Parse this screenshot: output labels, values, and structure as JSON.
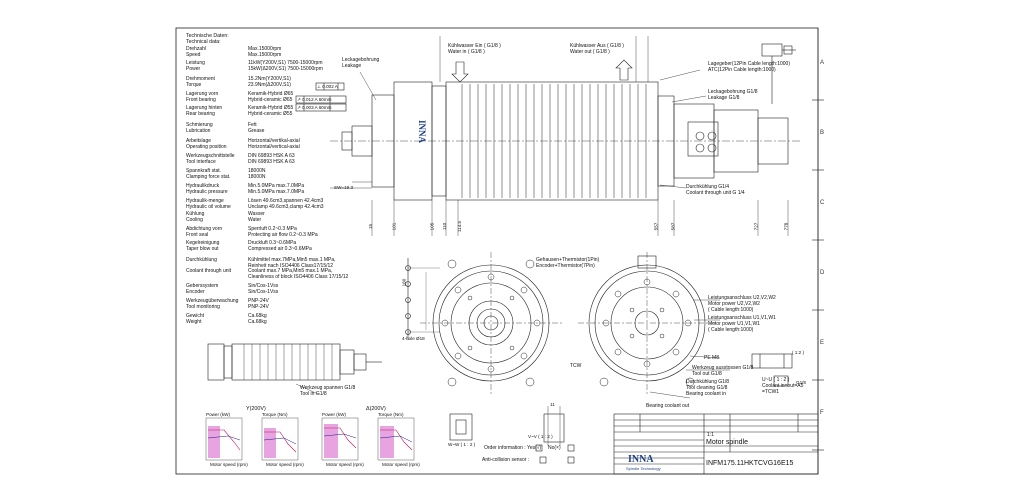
{
  "specs": {
    "header_de": "Technische Daten:",
    "header_en": "Technical data:",
    "rows": [
      {
        "k": "Drehzahl",
        "k2": "Speed",
        "v": "Max.15000rpm",
        "v2": "Max.15000rpm"
      },
      {
        "k": "Leistung",
        "k2": "Power",
        "v": "11kW(Y200V,S1) 7500-15000rpm",
        "v2": "15kW(Δ200V,S1) 7500-15000rpm"
      },
      {
        "k": "Drehmoment",
        "k2": "Torque",
        "v": "15.2Nm(Y200V,S1)",
        "v2": "23.9Nm(Δ200V,S1)"
      },
      {
        "k": "Lagerung vorn",
        "k2": "Front bearing",
        "v": "Keramik-Hybrid Ø65",
        "v2": "Hybrid-ceramic Ø65"
      },
      {
        "k": "Lagerung hinten",
        "k2": "Rear bearing",
        "v": "Keramik-Hybrid Ø55",
        "v2": "Hybrid-ceramic Ø55"
      },
      {
        "k": "Schmierung",
        "k2": "Lubrication",
        "v": "Fett",
        "v2": "Grease"
      },
      {
        "k": "Arbeitslage",
        "k2": "Operating position",
        "v": "Horizontal/vertikal-axial",
        "v2": "Horizontal/vertical-axial"
      },
      {
        "k": "Werkzeugschnittstelle",
        "k2": "Tool interface",
        "v": "DIN 69893 HSK A 63",
        "v2": "DIN 69893 HSK A 63"
      },
      {
        "k": "Spannkraft stat.",
        "k2": "Clamping force stat.",
        "v": "18000N",
        "v2": "18000N"
      },
      {
        "k": "Hydraulikdruck",
        "k2": "Hydraulic pressure",
        "v": "Min.5.0MPa max.7.0MPa",
        "v2": "Min.5.0MPa max.7.0MPa"
      },
      {
        "k": "Hydraulik-menge",
        "k2": "Hydraulic oil volume",
        "v": "Lösen 49.6cm3,spannen 42.4cm3",
        "v2": "Unclamp 49.6cm3,clamp 42.4cm3"
      },
      {
        "k": "Kühlung",
        "k2": "Cooling",
        "v": "Wasser",
        "v2": "Water"
      },
      {
        "k": "Abdichtung vorn",
        "k2": "Front seal",
        "v": "Sperrluft 0.2~0.3 MPa",
        "v2": "Protecting air flow 0.2~0.3 MPa"
      },
      {
        "k": "Kegelreinigung",
        "k2": "Taper blow out",
        "v": "Druckluft 0.3~0.6MPa",
        "v2": "Compressed air 0.3~0.6MPa"
      },
      {
        "k": "Durchkühlung",
        "k2": "Coolant through unit",
        "v": "Kühlmittel max.7MPa,Min5 max.1 MPa,",
        "v2": "Reinheit nach ISO4406 Class17/15/12",
        "v3": "Coolant max.7 MPa,Min5 max.1 MPa,",
        "v4": "Cleanliness of block ISO4406 Class 17/15/12"
      },
      {
        "k": "Geberssystem",
        "k2": "Encoder",
        "v": "Sin/Cos-1Vss",
        "v2": "Sin/Cos-1Vss"
      },
      {
        "k": "Werkzeugüberwachung",
        "k2": "Tool monitoring",
        "v": "PNP-24V",
        "v2": "PNP-24V"
      },
      {
        "k": "Gewicht",
        "k2": "Weight",
        "v": "Ca.68kg",
        "v2": "Ca.68kg"
      }
    ]
  },
  "side_view": {
    "leakage_de": "Leckagebohrung",
    "leakage_en": "Leakage",
    "tol_1": "⊥  0.002  A",
    "tol_2": "↗  0.012  A 60mm",
    "tol_3": "↗  0.003  A 60mm",
    "sw": "SW=19.3",
    "coolant_in_de": "Kühlwasser Ein ( G1/8 )",
    "coolant_in_en": "Water in ( G1/8 )",
    "coolant_out_de": "Kühlwasser Aus ( G1/8 )",
    "coolant_out_en": "Water out ( G1/8 )",
    "sensor_1": "Lagegeber(12Pin Cable length:1000)",
    "sensor_2": "ATC(12Pin Cable length:1000)",
    "leak_rear_de": "Leckagebohrung G1/8",
    "leak_rear_en": "Leakage G1/8",
    "through_de": "Durchkühlung G1/4",
    "through_en": "Coolant through unit G 1/4",
    "dims": [
      "15",
      "101",
      "105",
      "110",
      "114.5",
      "557",
      "587",
      "727",
      "778"
    ]
  },
  "front_view": {
    "dim_v": "160",
    "holes": "4-hole Ø18"
  },
  "rear_view": {
    "housing_de": "Gehausen+Thermistor(1Pin)",
    "housing_en": "Encoder+Thermistor(7Pin)",
    "cable1_de": "Leistungsanschluss U2,V2,W2",
    "cable1_en": "Motor power U2,V2,W2",
    "cable1_len": "( Cable length:1000)",
    "cable2_de": "Leistungsanschluss U1,V1,W1",
    "cable2_en": "Motor power U1,V1,W1",
    "cable2_len": "( Cable length:1000)",
    "pe": "PE M8",
    "tool_out_de": "Werkzeug ausstossen G1/8",
    "tool_out_en": "Tool out G1/8",
    "bear_de": "Durchkühlung G1/8",
    "bear_en": "Tool cleaning G1/8",
    "bear_in": "Bearing coolant in",
    "tcw": "TCW",
    "bearing_coolant_out": "Bearing coolant out",
    "uv": "U~U  ( 1 : 2 )",
    "cool_in": "Coolant in=out=A5",
    "tcw1": "=TCW1",
    "scale_small": "( 1:2 )",
    "g18": "G1/8"
  },
  "small_view": {
    "clamp_de": "Werkzeug spannen G1/8",
    "clamp_en": "Tool in G1/8"
  },
  "performance": {
    "label_y": "Y(200V)",
    "label_tri": "Δ(200V)",
    "power_label": "Power (kW)",
    "torque_label": "Torque (Nm)",
    "speed_label": "Motor speed (rpm)"
  },
  "details": {
    "ww": "W~W  ( 1 : 2 )",
    "vv": "V~V  ( 1 : 2 )",
    "d11": "11"
  },
  "order": {
    "info": "Order information : Yes(√)",
    "no": "No(×)",
    "anti": "Anti-collision sensor :"
  },
  "title_block": {
    "title": "Motor spindle",
    "brand": "INNA",
    "brand_sub": "Spindle Technology",
    "part_no": "INFM175.11HKTCVG16E15",
    "scale": "1:1"
  },
  "grid": [
    "A",
    "B",
    "C",
    "D",
    "E",
    "F"
  ]
}
